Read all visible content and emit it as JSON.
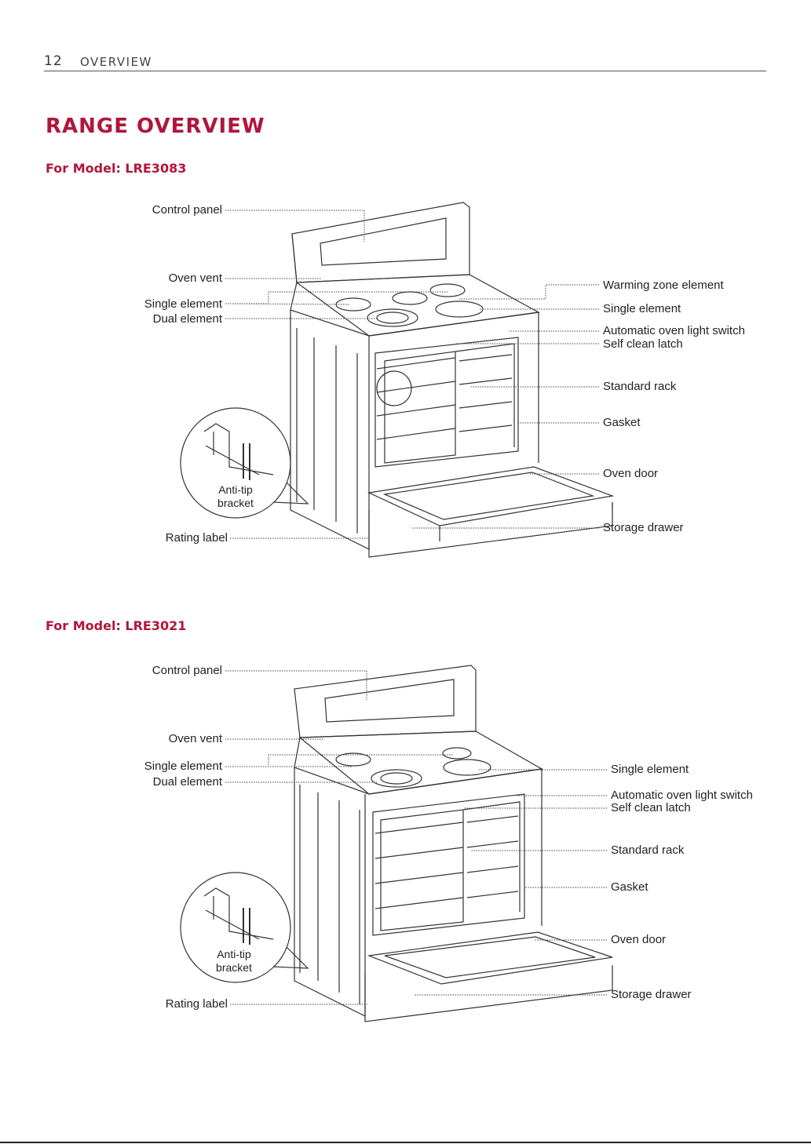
{
  "header": {
    "page_number": "12",
    "section": "OVERVIEW"
  },
  "title": "RANGE OVERVIEW",
  "models": [
    {
      "heading": "For Model: LRE3083",
      "left_labels": [
        "Control panel",
        "Oven vent",
        "Single element",
        "Dual element",
        "Rating label"
      ],
      "right_labels": [
        "Warming zone element",
        "Single element",
        "Automatic oven light switch",
        "Self clean latch",
        "Standard rack",
        "Gasket",
        "Oven door",
        "Storage drawer"
      ],
      "bracket_label": "Anti-tip\nbracket"
    },
    {
      "heading": "For Model: LRE3021",
      "left_labels": [
        "Control panel",
        "Oven vent",
        "Single element",
        "Dual element",
        "Rating label"
      ],
      "right_labels": [
        "Single element",
        "Automatic oven light switch",
        "Self clean latch",
        "Standard rack",
        "Gasket",
        "Oven door",
        "Storage drawer"
      ],
      "bracket_label": "Anti-tip\nbracket"
    }
  ]
}
